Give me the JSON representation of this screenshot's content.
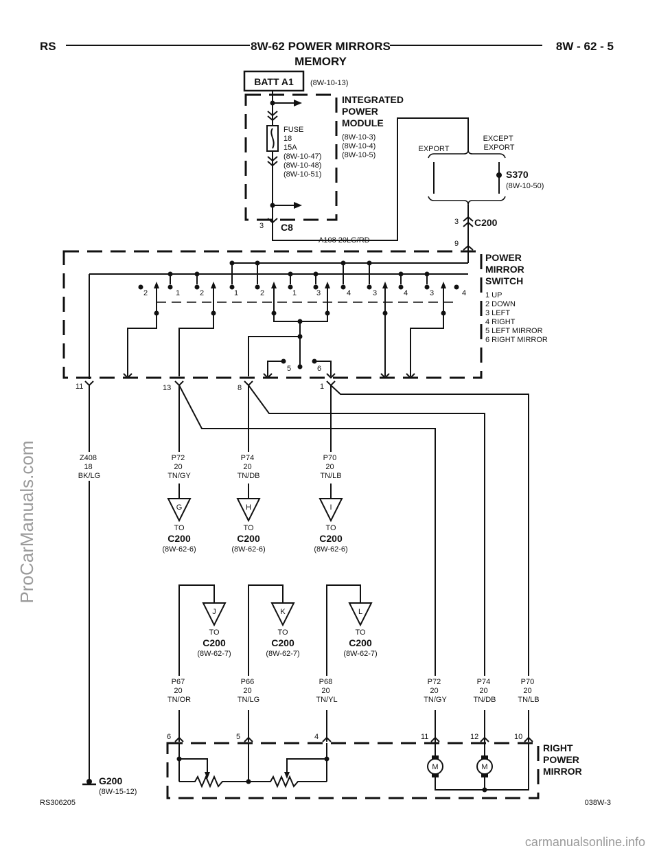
{
  "header": {
    "left": "RS",
    "title": "8W-62 POWER MIRRORS",
    "subtitle": "MEMORY",
    "right": "8W - 62 - 5"
  },
  "batt": {
    "label": "BATT A1",
    "ref": "(8W-10-13)"
  },
  "ipm": {
    "title_lines": [
      "INTEGRATED",
      "POWER",
      "MODULE"
    ],
    "refs": [
      "(8W-10-3)",
      "(8W-10-4)",
      "(8W-10-5)"
    ],
    "fuse_lines": [
      "FUSE",
      "18",
      "15A",
      "(8W-10-47)",
      "(8W-10-48)",
      "(8W-10-51)"
    ]
  },
  "c8": {
    "label": "C8",
    "pin": "3"
  },
  "wire_a108": "A108    20LG/RD",
  "export_label": "EXPORT",
  "except_export_lines": [
    "EXCEPT",
    "EXPORT"
  ],
  "s370": {
    "label": "S370",
    "ref": "(8W-10-50)"
  },
  "c200_top": {
    "label": "C200",
    "pin_top": "3",
    "pin_bottom": "9"
  },
  "switch": {
    "title_lines": [
      "POWER",
      "MIRROR",
      "SWITCH"
    ],
    "legend": [
      "1 UP",
      "2 DOWN",
      "3 LEFT",
      "4 RIGHT",
      "5 LEFT MIRROR",
      "6 RIGHT MIRROR"
    ],
    "contact_numbers": [
      "2",
      "1",
      "2",
      "1",
      "2",
      "1",
      "3",
      "4",
      "3",
      "4",
      "3",
      "4"
    ],
    "selector_numbers": [
      "5",
      "6"
    ],
    "pins": [
      "11",
      "13",
      "8",
      "1"
    ]
  },
  "wires_mid": [
    {
      "circuit": "Z408",
      "gauge": "18",
      "color": "BK/LG"
    },
    {
      "circuit": "P72",
      "gauge": "20",
      "color": "TN/GY"
    },
    {
      "circuit": "P74",
      "gauge": "20",
      "color": "TN/DB"
    },
    {
      "circuit": "P70",
      "gauge": "20",
      "color": "TN/LB"
    }
  ],
  "to_c200_top": [
    {
      "letter": "G",
      "to": "TO",
      "conn": "C200",
      "ref": "(8W-62-6)"
    },
    {
      "letter": "H",
      "to": "TO",
      "conn": "C200",
      "ref": "(8W-62-6)"
    },
    {
      "letter": "I",
      "to": "TO",
      "conn": "C200",
      "ref": "(8W-62-6)"
    }
  ],
  "to_c200_bottom": [
    {
      "letter": "J",
      "to": "TO",
      "conn": "C200",
      "ref": "(8W-62-7)"
    },
    {
      "letter": "K",
      "to": "TO",
      "conn": "C200",
      "ref": "(8W-62-7)"
    },
    {
      "letter": "L",
      "to": "TO",
      "conn": "C200",
      "ref": "(8W-62-7)"
    }
  ],
  "wires_bottom": [
    {
      "circuit": "P67",
      "gauge": "20",
      "color": "TN/OR"
    },
    {
      "circuit": "P66",
      "gauge": "20",
      "color": "TN/LG"
    },
    {
      "circuit": "P68",
      "gauge": "20",
      "color": "TN/YL"
    },
    {
      "circuit": "P72",
      "gauge": "20",
      "color": "TN/GY"
    },
    {
      "circuit": "P74",
      "gauge": "20",
      "color": "TN/DB"
    },
    {
      "circuit": "P70",
      "gauge": "20",
      "color": "TN/LB"
    }
  ],
  "mirror": {
    "title_lines": [
      "RIGHT",
      "POWER",
      "MIRROR"
    ],
    "pins": [
      "6",
      "5",
      "4",
      "11",
      "12",
      "10"
    ],
    "motor_label": "M"
  },
  "g200": {
    "label": "G200",
    "ref": "(8W-15-12)"
  },
  "footer": {
    "left": "RS306205",
    "right": "038W-3"
  },
  "watermarks": {
    "left": "ProCarManuals.com",
    "bottom": "carmanualsonline.info"
  }
}
